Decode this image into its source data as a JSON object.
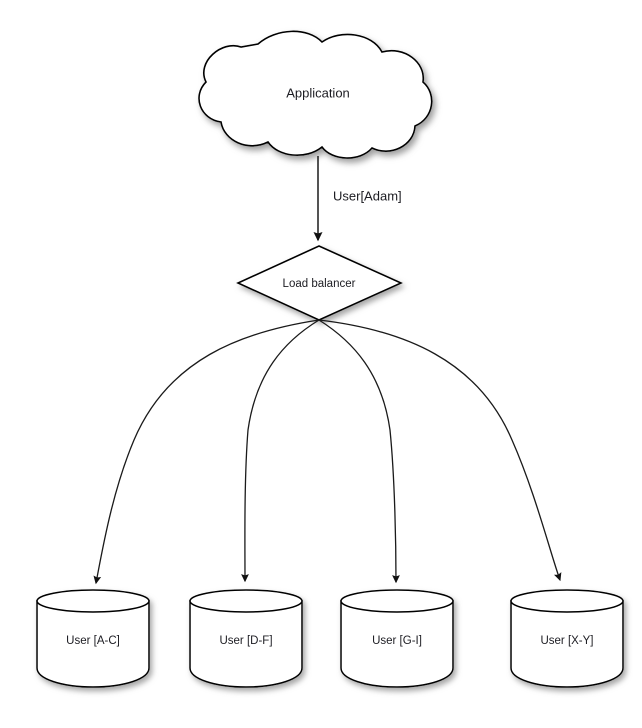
{
  "diagram": {
    "title_node": {
      "id": "application-cloud",
      "label": "Application",
      "shape": "cloud"
    },
    "router_node": {
      "id": "load-balancer",
      "label": "Load balancer",
      "shape": "diamond"
    },
    "primary_edge": {
      "label": "User[Adam]",
      "from": "application-cloud",
      "to": "load-balancer",
      "arrow": true
    },
    "shard_edges": [
      {
        "label": "",
        "from": "load-balancer",
        "to": "db-a-c",
        "arrow": true
      },
      {
        "label": "",
        "from": "load-balancer",
        "to": "db-d-f",
        "arrow": true
      },
      {
        "label": "",
        "from": "load-balancer",
        "to": "db-g-i",
        "arrow": true
      },
      {
        "label": "",
        "from": "load-balancer",
        "to": "db-x-y",
        "arrow": true
      }
    ],
    "shards": [
      {
        "id": "db-a-c",
        "label": "User [A-C]",
        "shape": "cylinder"
      },
      {
        "id": "db-d-f",
        "label": "User [D-F]",
        "shape": "cylinder"
      },
      {
        "id": "db-g-i",
        "label": "User [G-I]",
        "shape": "cylinder"
      },
      {
        "id": "db-x-y",
        "label": "User [X-Y]",
        "shape": "cylinder"
      }
    ],
    "colors": {
      "background": "#ffffff",
      "node_fill": "#ffffff",
      "stroke": "#000000",
      "edge": "#1a1a1a",
      "text": "#1c1c22",
      "shadow": "#9a9a9a"
    }
  }
}
